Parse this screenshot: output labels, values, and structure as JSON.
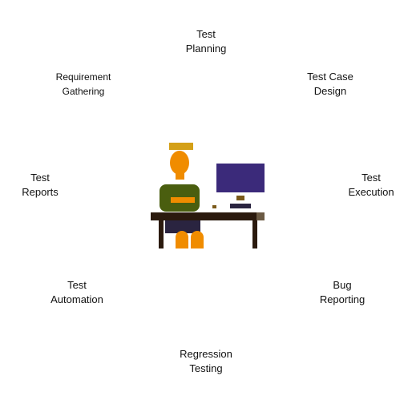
{
  "stages": [
    {
      "id": "test-planning",
      "lines": [
        "Test",
        "Planning"
      ]
    },
    {
      "id": "test-case-design",
      "lines": [
        "Test Case",
        "Design"
      ]
    },
    {
      "id": "test-execution",
      "lines": [
        "Test",
        "Execution"
      ]
    },
    {
      "id": "bug-reporting",
      "lines": [
        "Bug",
        "Reporting"
      ]
    },
    {
      "id": "regression-testing",
      "lines": [
        "Regression",
        "Testing"
      ]
    },
    {
      "id": "test-automation",
      "lines": [
        "Test",
        "Automation"
      ]
    },
    {
      "id": "test-reports",
      "lines": [
        "Test",
        "Reports"
      ]
    },
    {
      "id": "requirement-gathering",
      "lines": [
        "Requirement",
        "Gathering"
      ]
    }
  ],
  "colors": {
    "hair": "#d4a017",
    "skin": "#f08c00",
    "shirt": "#4a5e0f",
    "pants": "#2a2440",
    "monitor": "#3b2a7a",
    "monitor_stand": "#7a5a1a",
    "desk": "#2b1a0e",
    "desk_end": "#6b5a44"
  }
}
